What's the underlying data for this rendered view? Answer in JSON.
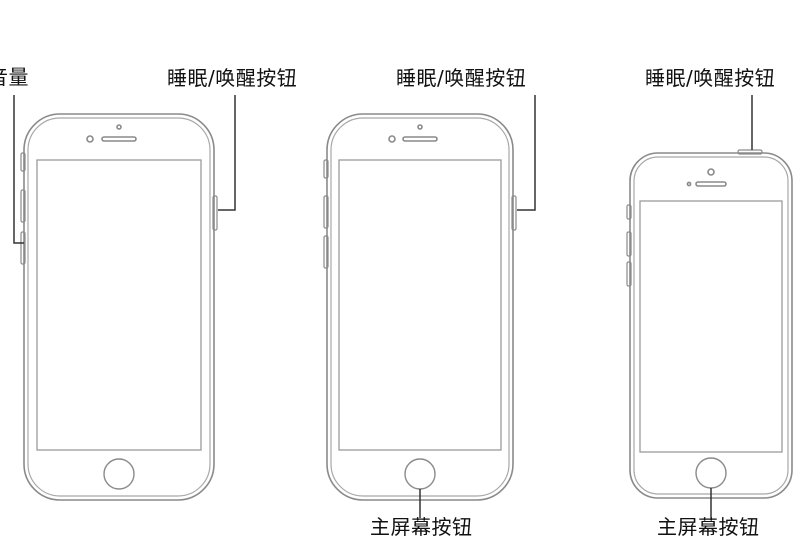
{
  "labels": {
    "volume": "音量",
    "sleep_wake": "睡眠/唤醒按钮",
    "home": "主屏幕按钮"
  },
  "phones": [
    {
      "model": "phone-1",
      "callouts": [
        "volume",
        "sleep_wake"
      ]
    },
    {
      "model": "phone-2",
      "callouts": [
        "sleep_wake",
        "home"
      ]
    },
    {
      "model": "phone-3",
      "callouts": [
        "sleep_wake",
        "home"
      ]
    }
  ],
  "colors": {
    "outline": "#8a8a8a",
    "leader": "#333333",
    "text": "#111111",
    "background": "#ffffff"
  }
}
